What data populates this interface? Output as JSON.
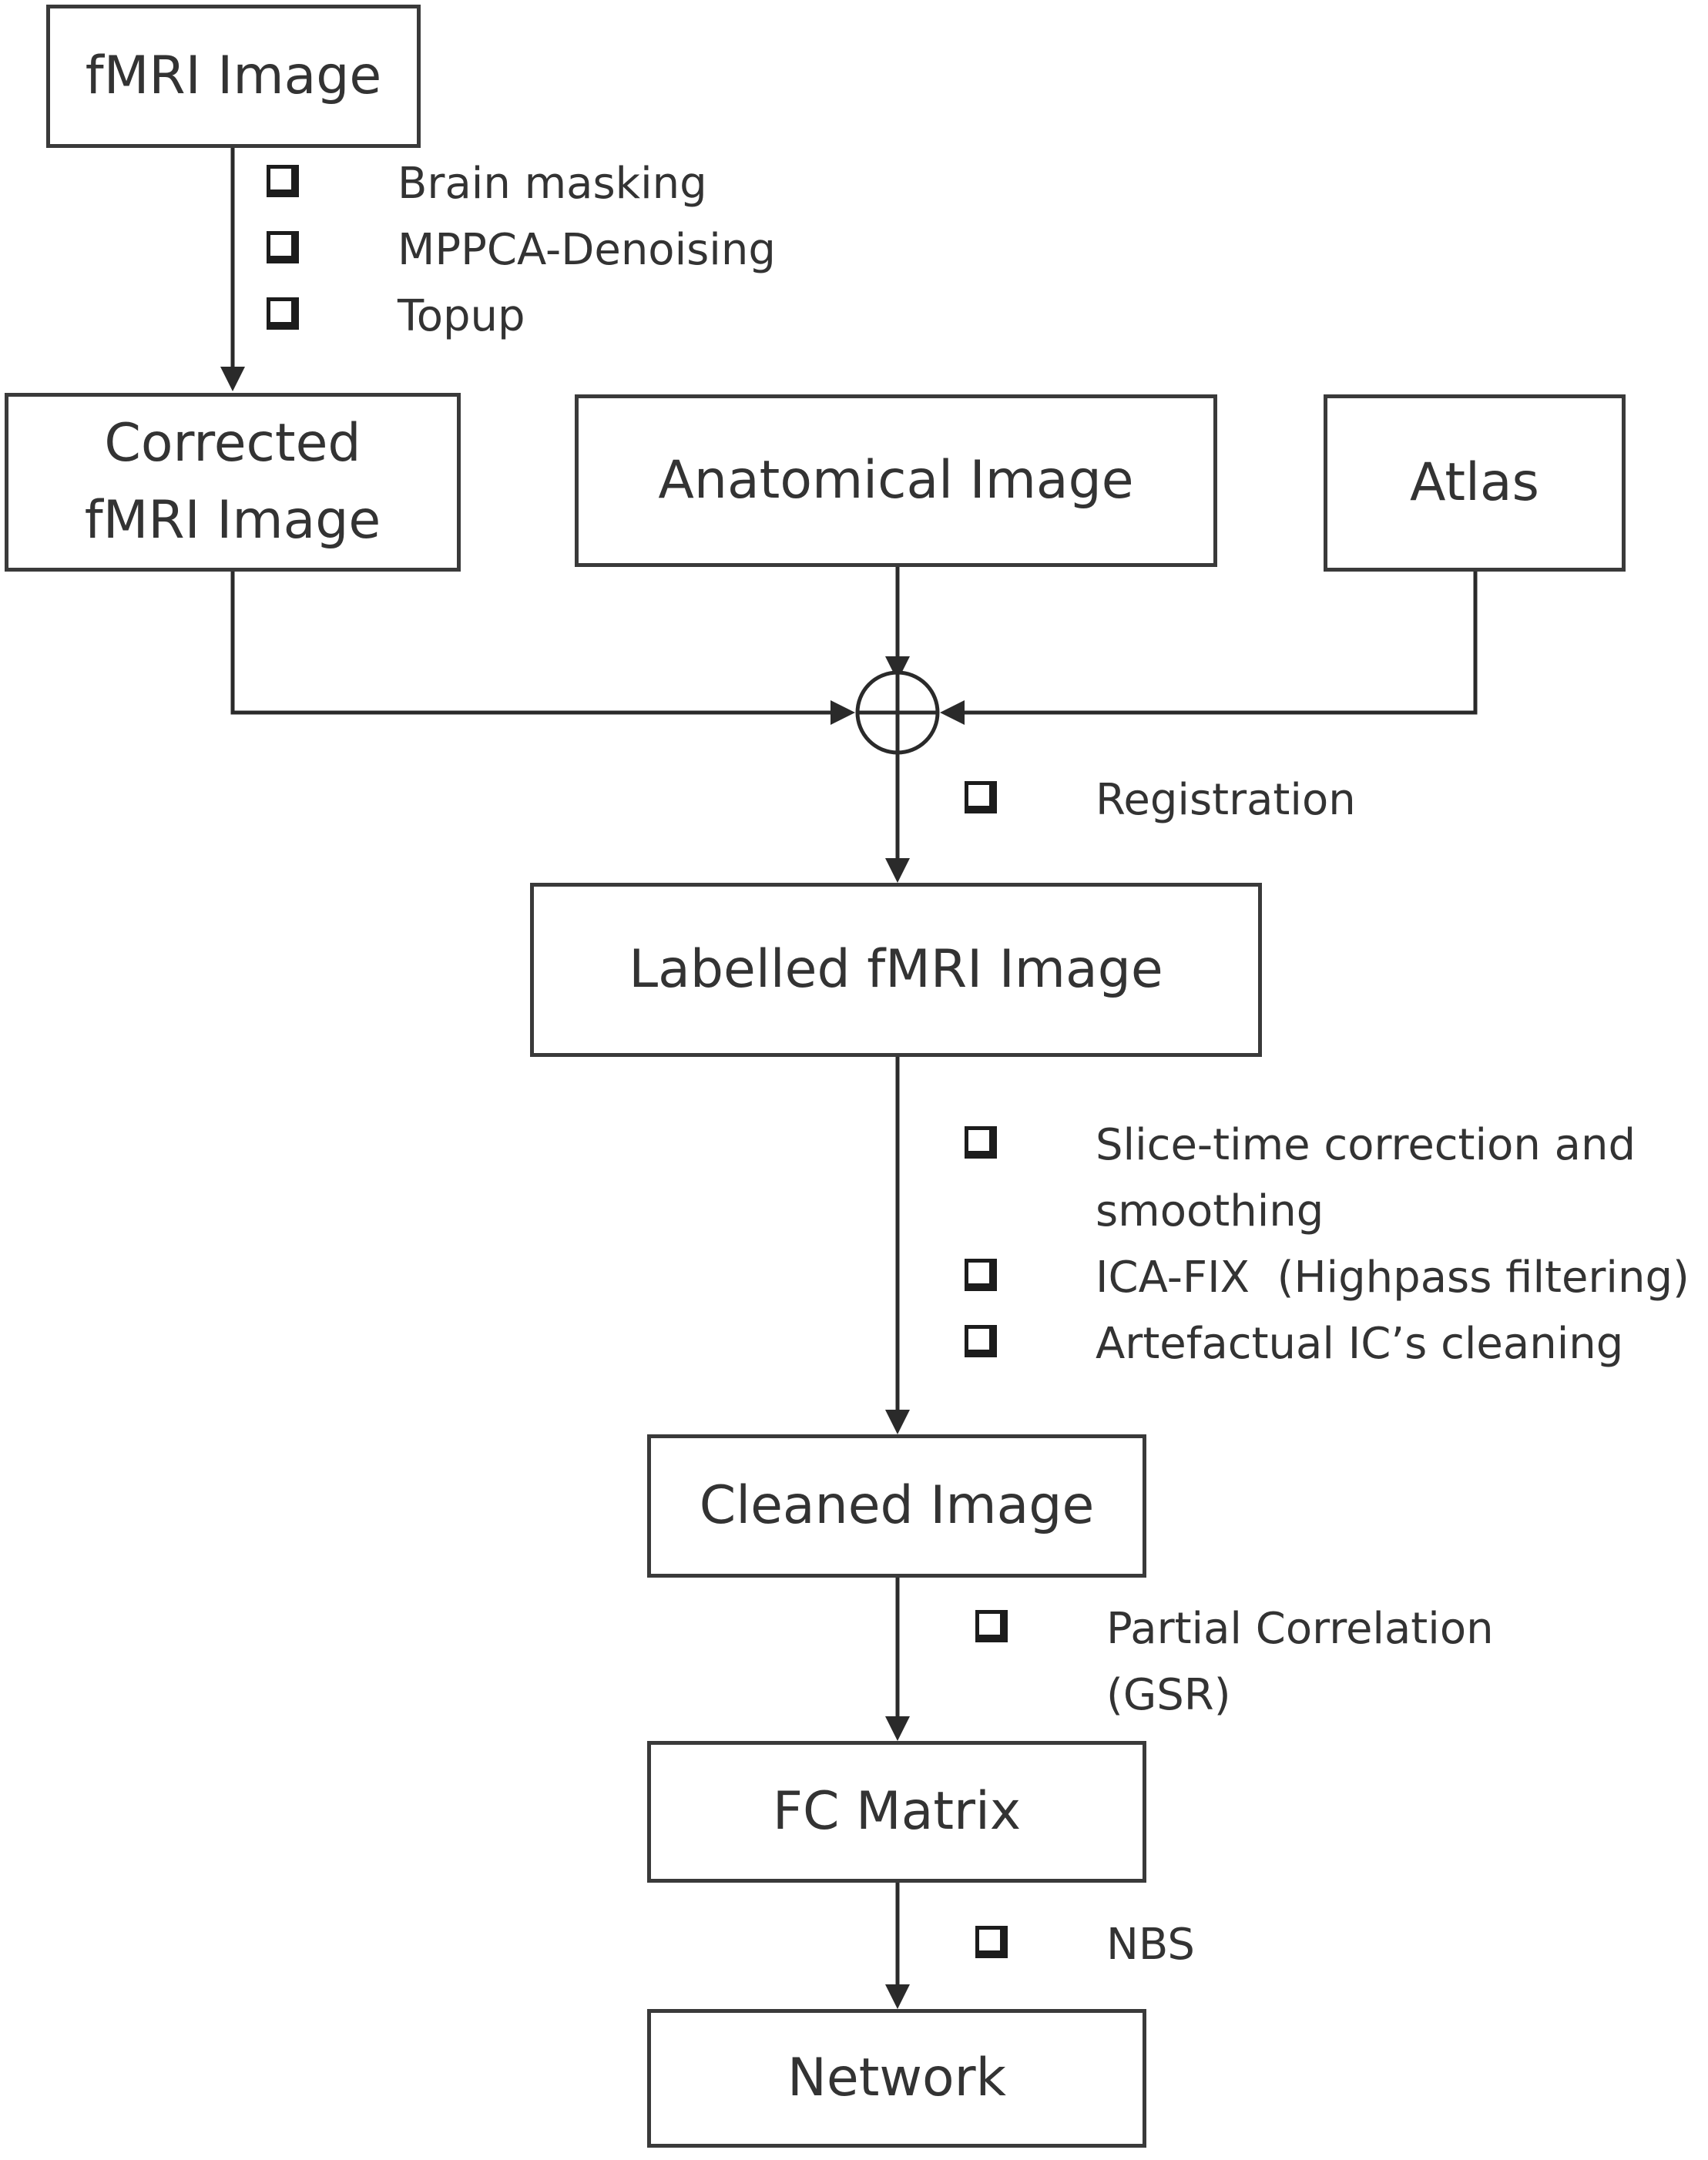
{
  "nodes": {
    "fmri_image": "fMRI Image",
    "corrected_fmri_image": "Corrected\nfMRI Image",
    "anatomical_image": "Anatomical Image",
    "atlas": "Atlas",
    "labelled_fmri_image": "Labelled fMRI Image",
    "cleaned_image": "Cleaned Image",
    "fc_matrix": "FC Matrix",
    "network": "Network"
  },
  "steps": {
    "preprocessing": [
      "Brain masking",
      "MPPCA-Denoising",
      "Topup"
    ],
    "registration": [
      "Registration"
    ],
    "cleaning": [
      "Slice-time correction and\nsmoothing",
      "ICA-FIX  (Highpass filtering)",
      "Artefactual IC’s cleaning"
    ],
    "correlation": [
      "Partial Correlation\n(GSR)"
    ],
    "network_analysis": [
      "NBS"
    ]
  }
}
